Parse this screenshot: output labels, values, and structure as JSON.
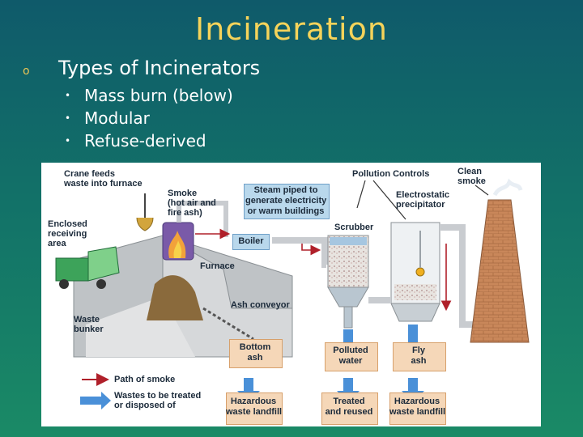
{
  "slide": {
    "title": "Incineration",
    "bullet": "Types of Incinerators",
    "sub_items": [
      "Mass burn (below)",
      "Modular",
      "Refuse-derived"
    ]
  },
  "diagram": {
    "labels": {
      "crane": "Crane feeds\nwaste into furnace",
      "enclosed": "Enclosed\nreceiving\narea",
      "smoke": "Smoke\n(hot air and\nfire ash)",
      "steam": "Steam piped to\ngenerate electricity\nor warm buildings",
      "pollution": "Pollution Controls",
      "clean": "Clean\nsmoke",
      "electro": "Electrostatic\nprecipitator",
      "scrubber": "Scrubber",
      "boiler": "Boiler",
      "furnace": "Furnace",
      "ash_conveyor": "Ash conveyor",
      "waste_bunker": "Waste\nbunker",
      "bottom_ash": "Bottom\nash",
      "polluted_water": "Polluted\nwater",
      "fly_ash": "Fly\nash",
      "legend_smoke": "Path of smoke",
      "legend_waste": "Wastes to be treated\nor disposed of",
      "hazardous_1": "Hazardous\nwaste landfill",
      "treated": "Treated\nand reused",
      "hazardous_2": "Hazardous\nwaste landfill"
    },
    "colors": {
      "smoke_arrow": "#b0202a",
      "waste_arrow": "#4a90d8",
      "box_fill": "#f5d7b8",
      "steam_fill": "#b9d8ec",
      "brick": "#c9875a"
    }
  }
}
